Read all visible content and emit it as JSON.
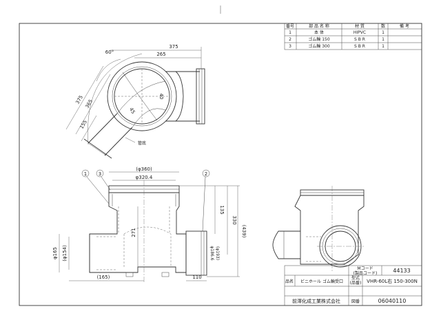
{
  "parts_table": {
    "headers": [
      "番号",
      "部 品 名 称",
      "材 質",
      "数",
      "備 考"
    ],
    "rows": [
      {
        "no": "1",
        "name": "本 体",
        "material": "HIPVC",
        "qty": "1",
        "note": ""
      },
      {
        "no": "2",
        "name": "ゴム輪 150",
        "material": "S B R",
        "qty": "1",
        "note": ""
      },
      {
        "no": "3",
        "name": "ゴム輪 300",
        "material": "S B R",
        "qty": "1",
        "note": ""
      }
    ]
  },
  "top_view": {
    "dim_375_top": "375",
    "dim_265": "265",
    "dim_375_side": "375",
    "dim_365": "365",
    "dim_155": "155",
    "angle_60": "60°",
    "angle_40": "40",
    "angle_45": "45",
    "label_kogai": "管底"
  },
  "front_view": {
    "dim_phi360": "(φ360)",
    "dim_phi320": "φ320.4",
    "dim_135": "135",
    "dim_330": "330",
    "dim_439": "(439)",
    "dim_271": "271",
    "dim_phi165": "φ165",
    "dim_phi154": "(φ154)",
    "dim_phi186": "φ186.6",
    "dim_phi193": "(φ193)",
    "dim_165": "(165)",
    "dim_110": "110",
    "callout_1": "1",
    "callout_2": "2",
    "callout_3": "3"
  },
  "title_block": {
    "mcode_label": "Mコード",
    "mcode_sub": "(製品コード)",
    "mcode_value": "44133",
    "name_label": "品名",
    "name_value": "ビニホール ゴム輪受口",
    "model_label": "型式",
    "model_sub": "(品番)",
    "model_value": "VHR-60L右 150-300N",
    "company": "前澤化成工業株式会社",
    "drawing_no_label": "図番",
    "drawing_no_value": "06040110"
  }
}
